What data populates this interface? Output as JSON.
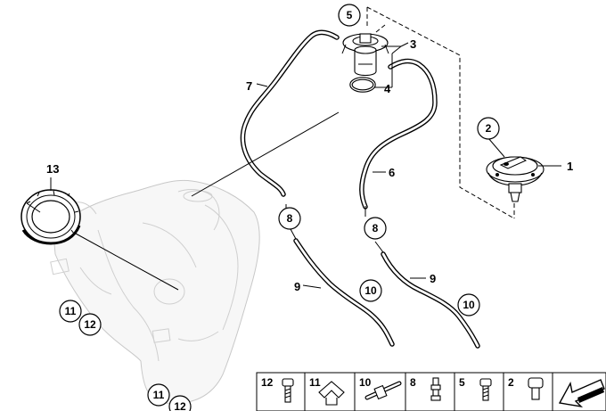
{
  "callouts": {
    "c1": "1",
    "c2": "2",
    "c3": "3",
    "c4": "4",
    "c5": "5",
    "c6": "6",
    "c7": "7",
    "c8a": "8",
    "c8b": "8",
    "c9a": "9",
    "c9b": "9",
    "c10a": "10",
    "c10b": "10",
    "c11a": "11",
    "c11b": "11",
    "c12a": "12",
    "c12b": "12",
    "c13": "13"
  },
  "hardware_table": {
    "cells": [
      "12",
      "11",
      "10",
      "8",
      "5",
      "2"
    ]
  }
}
